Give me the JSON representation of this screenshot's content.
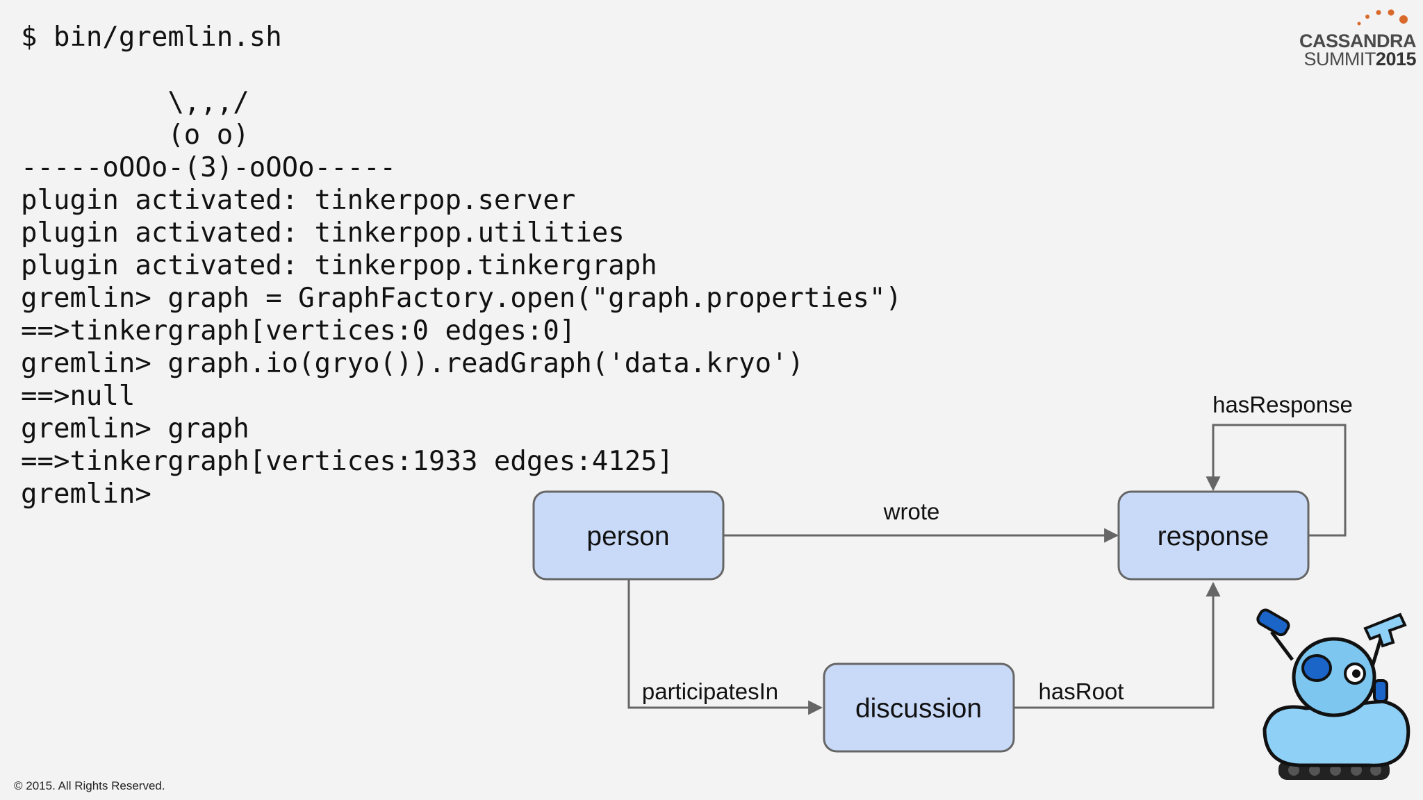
{
  "terminal": {
    "lines": [
      "$ bin/gremlin.sh",
      "",
      "         \\,,,/",
      "         (o o)",
      "-----oOOo-(3)-oOOo-----",
      "plugin activated: tinkerpop.server",
      "plugin activated: tinkerpop.utilities",
      "plugin activated: tinkerpop.tinkergraph",
      "gremlin> graph = GraphFactory.open(\"graph.properties\")",
      "==>tinkergraph[vertices:0 edges:0]",
      "gremlin> graph.io(gryo()).readGraph('data.kryo')",
      "==>null",
      "gremlin> graph",
      "==>tinkergraph[vertices:1933 edges:4125]",
      "gremlin>"
    ]
  },
  "logo": {
    "line1": "CASSANDRA",
    "line2_prefix": "SUMMIT",
    "line2_year": "2015",
    "accent_color": "#d9692b"
  },
  "diagram": {
    "nodes": {
      "person": "person",
      "response": "response",
      "discussion": "discussion"
    },
    "edges": {
      "wrote": "wrote",
      "hasResponse": "hasResponse",
      "participatesIn": "participatesIn",
      "hasRoot": "hasRoot"
    },
    "node_fill": "#c9daf8",
    "node_stroke": "#666666",
    "edge_color": "#666666"
  },
  "mascot": {
    "icon": "gremlin-mascot-icon"
  },
  "footer": {
    "copyright": "© 2015. All Rights Reserved."
  }
}
